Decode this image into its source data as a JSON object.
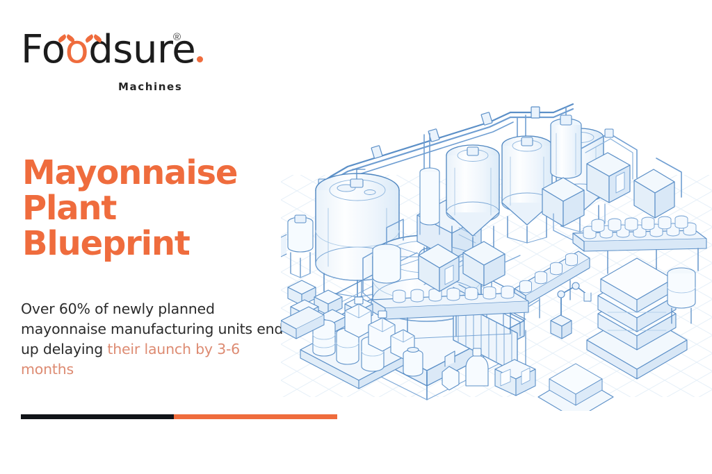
{
  "brand": {
    "wordmark_part1": "F",
    "wordmark_oo_first": "o",
    "wordmark_oo_second": "o",
    "wordmark_part2": "dsure",
    "registered_mark": "®",
    "tagline": "Machines",
    "accent_color": "#ef6c3d",
    "dark_color": "#1c1c1c"
  },
  "headline": {
    "line1": "Mayonnaise",
    "line2": "Plant",
    "line3": "Blueprint",
    "color": "#ef6c3d"
  },
  "subtext": {
    "plain_1": "Over 60% of newly planned mayonnaise manufacturing units end up delaying ",
    "accent_1": "their launch by 3-6 months",
    "plain_color": "#2b2b2b",
    "accent_color": "#dd8b72"
  },
  "rule": {
    "dark_color": "#111418",
    "accent_color": "#ef6c3d"
  },
  "illustration": {
    "title": "Isometric mayonnaise processing plant blueprint",
    "line_color": "#4f86c0",
    "line_color_light": "#7ea9d6",
    "fill_color": "#f2f7fc",
    "fill_color_alt": "#e3eef9",
    "grid_color": "#dfeaf5"
  }
}
